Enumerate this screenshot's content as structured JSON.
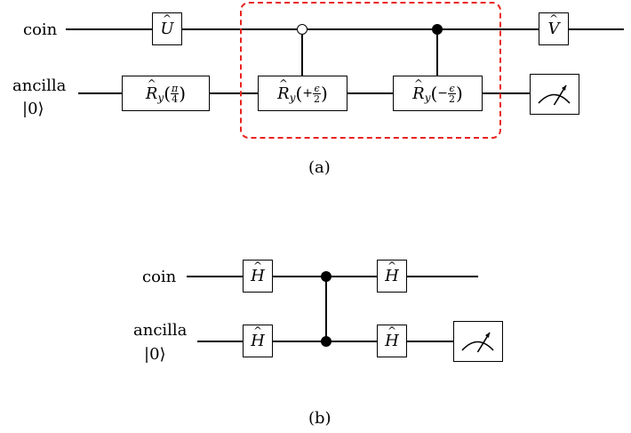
{
  "panel_a": {
    "caption": "(a)",
    "coin_label": "coin",
    "ancilla_label": "ancilla",
    "ket_label": "|0⟩",
    "gate_u": "U",
    "gate_v": "V",
    "ry_pi4": {
      "op": "R",
      "sub": "y",
      "num": "π",
      "den": "4",
      "sign": ""
    },
    "ry_plus": {
      "op": "R",
      "sub": "y",
      "num": "ϵ",
      "den": "2",
      "sign": "+"
    },
    "ry_minus": {
      "op": "R",
      "sub": "y",
      "num": "ϵ",
      "den": "2",
      "sign": "−"
    },
    "highlight_color": "#e8231f"
  },
  "panel_b": {
    "caption": "(b)",
    "coin_label": "coin",
    "ancilla_label": "ancilla",
    "ket_label": "|0⟩",
    "gate_h": "H"
  }
}
